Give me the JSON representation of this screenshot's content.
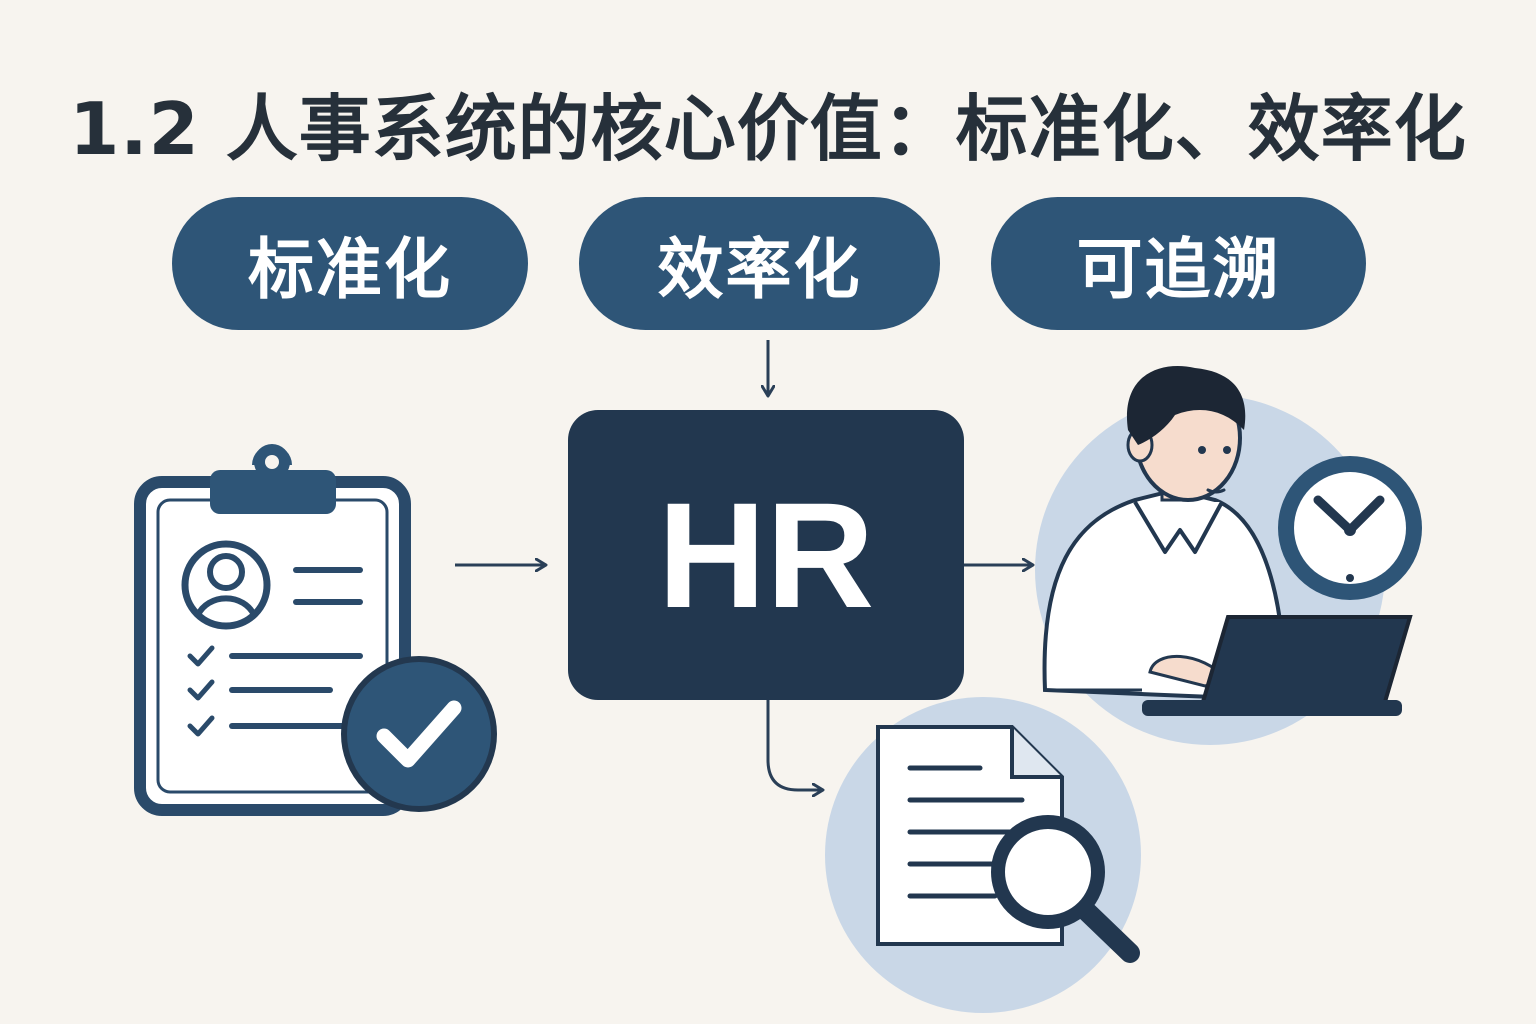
{
  "title": "1.2 人事系统的核心价值：标准化、效率化",
  "pills": [
    "标准化",
    "效率化",
    "可追溯"
  ],
  "center": {
    "label": "HR"
  },
  "icons": {
    "left": "clipboard-checklist-icon",
    "right": "employee-laptop-clock-icon",
    "bottom": "document-magnifier-icon"
  },
  "colors": {
    "background": "#f7f4ef",
    "pill": "#2e5577",
    "center_box": "#22374f",
    "icon_stroke": "#2a3f57",
    "halo": "#c9d7e7"
  }
}
